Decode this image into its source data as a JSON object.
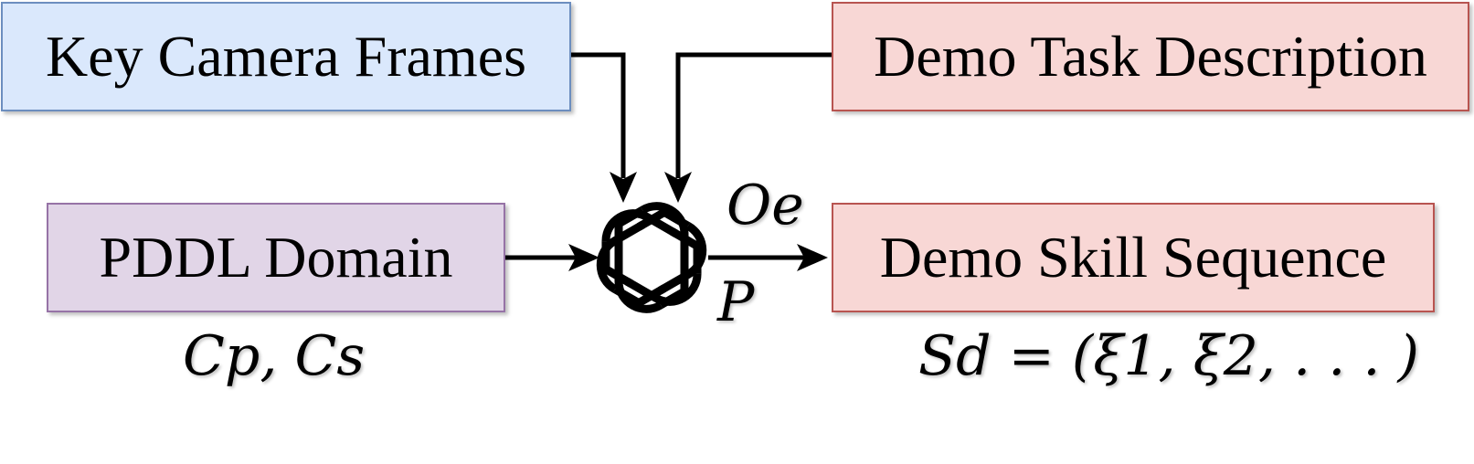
{
  "boxes": {
    "key_frames": "Key Camera Frames",
    "task_description": "Demo Task Description",
    "pddl_domain": "PDDL Domain",
    "skill_sequence": "Demo Skill Sequence"
  },
  "labels": {
    "pddl_params": "Cp, Cs",
    "observation": "Oe",
    "problem": "P",
    "sequence_formula": "Sd = (ξ1, ξ2, . . . )"
  },
  "icons": {
    "llm": "openai-logo-icon"
  },
  "colors": {
    "blue_fill": "#dae8fc",
    "blue_stroke": "#6c8ebf",
    "red_fill": "#f8d7d5",
    "red_stroke": "#b85450",
    "purple_fill": "#e1d5e7",
    "purple_stroke": "#9673a6"
  }
}
